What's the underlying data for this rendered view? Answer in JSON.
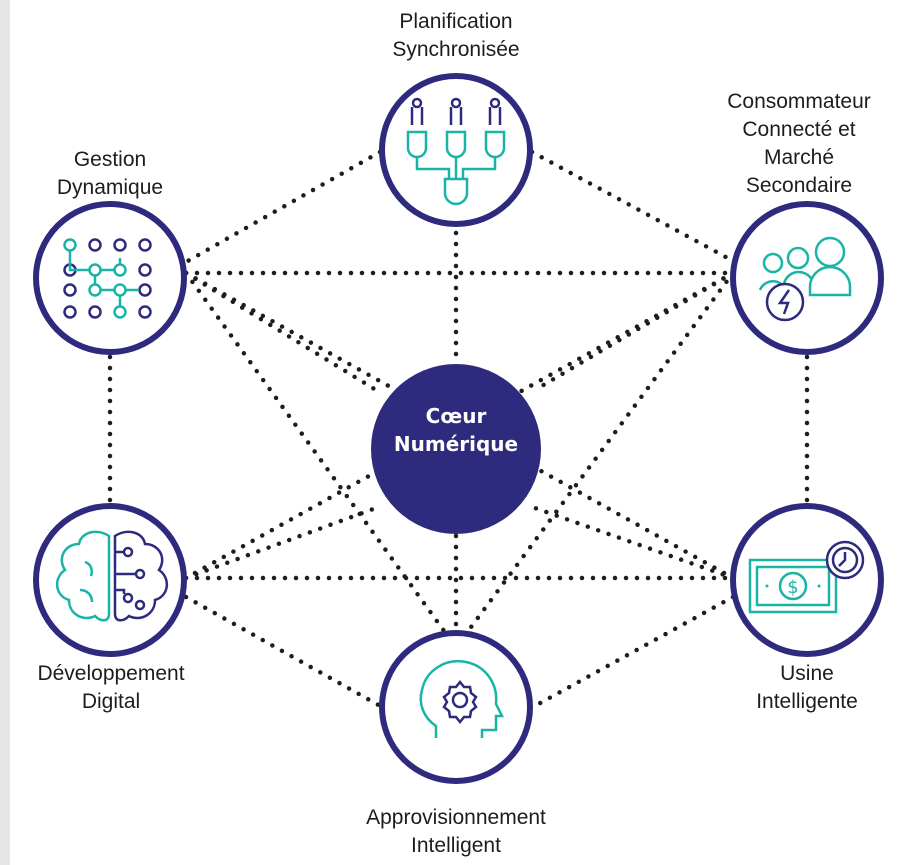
{
  "center": {
    "label": "Cœur\nNumérique"
  },
  "nodes": {
    "planning": {
      "label": "Planification\nSynchronisée",
      "icon": "logic-gates-icon"
    },
    "consumer": {
      "label": "Consommateur\nConnecté et\nMarché\nSecondaire",
      "icon": "people-lightning-icon"
    },
    "dynamic": {
      "label": "Gestion\nDynamique",
      "icon": "dot-grid-network-icon"
    },
    "development": {
      "label": "Développement\nDigital",
      "icon": "brain-circuit-icon"
    },
    "factory": {
      "label": "Usine\nIntelligente",
      "icon": "money-clock-icon"
    },
    "supply": {
      "label": "Approvisionnement\nIntelligent",
      "icon": "head-gear-icon"
    }
  },
  "colors": {
    "navy": "#2e2a7d",
    "teal": "#19b4a5",
    "dots": "#1d1d1b"
  }
}
